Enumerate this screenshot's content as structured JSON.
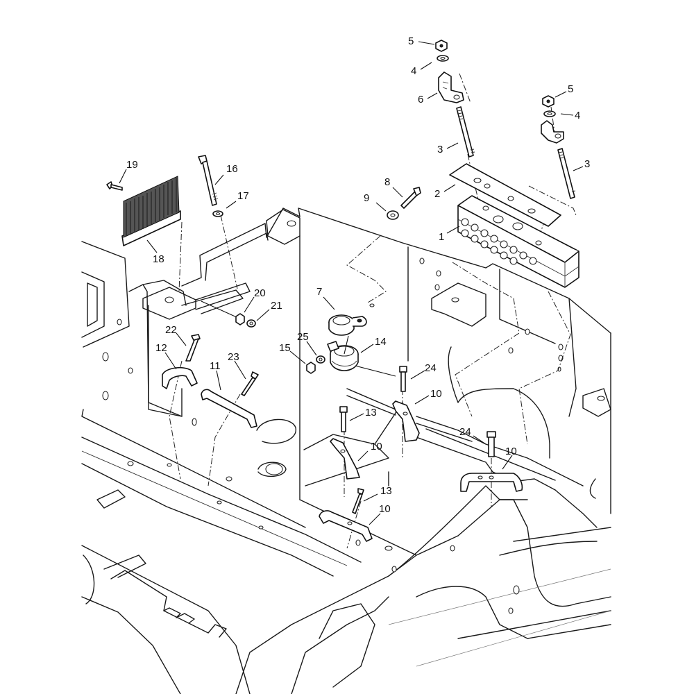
{
  "diagram": {
    "type": "exploded-parts-view",
    "subject": "Frame / chassis with hose clamps, brackets, brush strip and hose block",
    "callouts": [
      {
        "id": "c-5a",
        "label": "5",
        "part": "nut"
      },
      {
        "id": "c-4a",
        "label": "4",
        "part": "washer"
      },
      {
        "id": "c-6",
        "label": "6",
        "part": "angle bracket"
      },
      {
        "id": "c-3a",
        "label": "3",
        "part": "threaded rod"
      },
      {
        "id": "c-5b",
        "label": "5",
        "part": "nut"
      },
      {
        "id": "c-4b",
        "label": "4",
        "part": "washer"
      },
      {
        "id": "c-3b",
        "label": "3",
        "part": "threaded rod"
      },
      {
        "id": "c-2",
        "label": "2",
        "part": "clamp plate"
      },
      {
        "id": "c-1",
        "label": "1",
        "part": "hose clamp block"
      },
      {
        "id": "c-8",
        "label": "8",
        "part": "bolt"
      },
      {
        "id": "c-9",
        "label": "9",
        "part": "washer"
      },
      {
        "id": "c-19",
        "label": "19",
        "part": "screw"
      },
      {
        "id": "c-16",
        "label": "16",
        "part": "bolt"
      },
      {
        "id": "c-17",
        "label": "17",
        "part": "washer"
      },
      {
        "id": "c-18",
        "label": "18",
        "part": "brush strip"
      },
      {
        "id": "c-20",
        "label": "20",
        "part": "nut"
      },
      {
        "id": "c-21",
        "label": "21",
        "part": "washer"
      },
      {
        "id": "c-7",
        "label": "7",
        "part": "hose clamp"
      },
      {
        "id": "c-25",
        "label": "25",
        "part": "washer"
      },
      {
        "id": "c-15",
        "label": "15",
        "part": "nut"
      },
      {
        "id": "c-14",
        "label": "14",
        "part": "hose clamp"
      },
      {
        "id": "c-22",
        "label": "22",
        "part": "bolt"
      },
      {
        "id": "c-12",
        "label": "12",
        "part": "clip"
      },
      {
        "id": "c-11",
        "label": "11",
        "part": "strap"
      },
      {
        "id": "c-23",
        "label": "23",
        "part": "bolt"
      },
      {
        "id": "c-24a",
        "label": "24",
        "part": "bolt"
      },
      {
        "id": "c-10a",
        "label": "10",
        "part": "clip"
      },
      {
        "id": "c-13a",
        "label": "13",
        "part": "bolt"
      },
      {
        "id": "c-10b",
        "label": "10",
        "part": "clip"
      },
      {
        "id": "c-24b",
        "label": "24",
        "part": "bolt"
      },
      {
        "id": "c-10c",
        "label": "10",
        "part": "clip"
      },
      {
        "id": "c-13b",
        "label": "13",
        "part": "bolt"
      },
      {
        "id": "c-10d",
        "label": "10",
        "part": "clip"
      }
    ]
  },
  "colors": {
    "line": "#1a1a1a",
    "background": "#ffffff"
  }
}
